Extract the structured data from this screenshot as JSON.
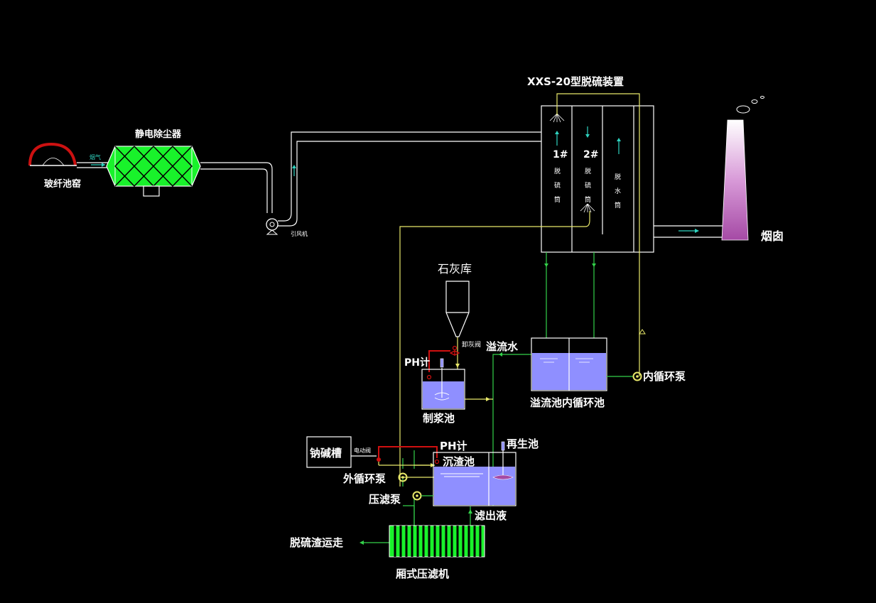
{
  "labels": {
    "kiln": "玻纤池窑",
    "flue_gas": "烟气",
    "esp": "静电除尘器",
    "fan": "引风机",
    "device_title": "XXS-20型脱硫装置",
    "tower1_num": "1#",
    "tower1_chars": [
      "脱",
      "硫",
      "筒"
    ],
    "tower2_num": "2#",
    "tower2_chars": [
      "脱",
      "硫",
      "筒"
    ],
    "tower3_chars": [
      "脱",
      "水",
      "筒"
    ],
    "chimney": "烟囱",
    "lime_silo": "石灰库",
    "lime_valve": "卸灰阀",
    "ph_top": "PH计",
    "slurry_tank": "制浆池",
    "overflow_water": "溢流水",
    "overflow_pool": "溢流池内循环池",
    "inner_pump": "内循环泵",
    "soda_tank": "钠碱槽",
    "elec_valve": "电动阀",
    "ph_bottom": "PH计",
    "sediment_tank": "沉渣池",
    "regen_tank": "再生池",
    "outer_pump": "外循环泵",
    "press_pump": "压滤泵",
    "filtrate": "滤出液",
    "residue_out": "脱硫渣运走",
    "filter_press": "厢式压滤机"
  },
  "colors": {
    "background": "#000000",
    "pipe_white": "#ffffff",
    "pipe_green": "#33d14a",
    "pipe_yellow": "#e8e86a",
    "valve_red": "#d01010",
    "esp_fill": "#19f22b",
    "water_fill": "#8f8fff",
    "chimney_fill": "#a54aa5",
    "flow_arrow": "#2fd3c0",
    "kiln_red": "#cc1111"
  },
  "icons": [
    "fan-icon",
    "pump-icon",
    "chimney-icon",
    "kiln-icon",
    "silo-icon",
    "agitator-icon",
    "ph-probe-icon",
    "valve-icon"
  ]
}
